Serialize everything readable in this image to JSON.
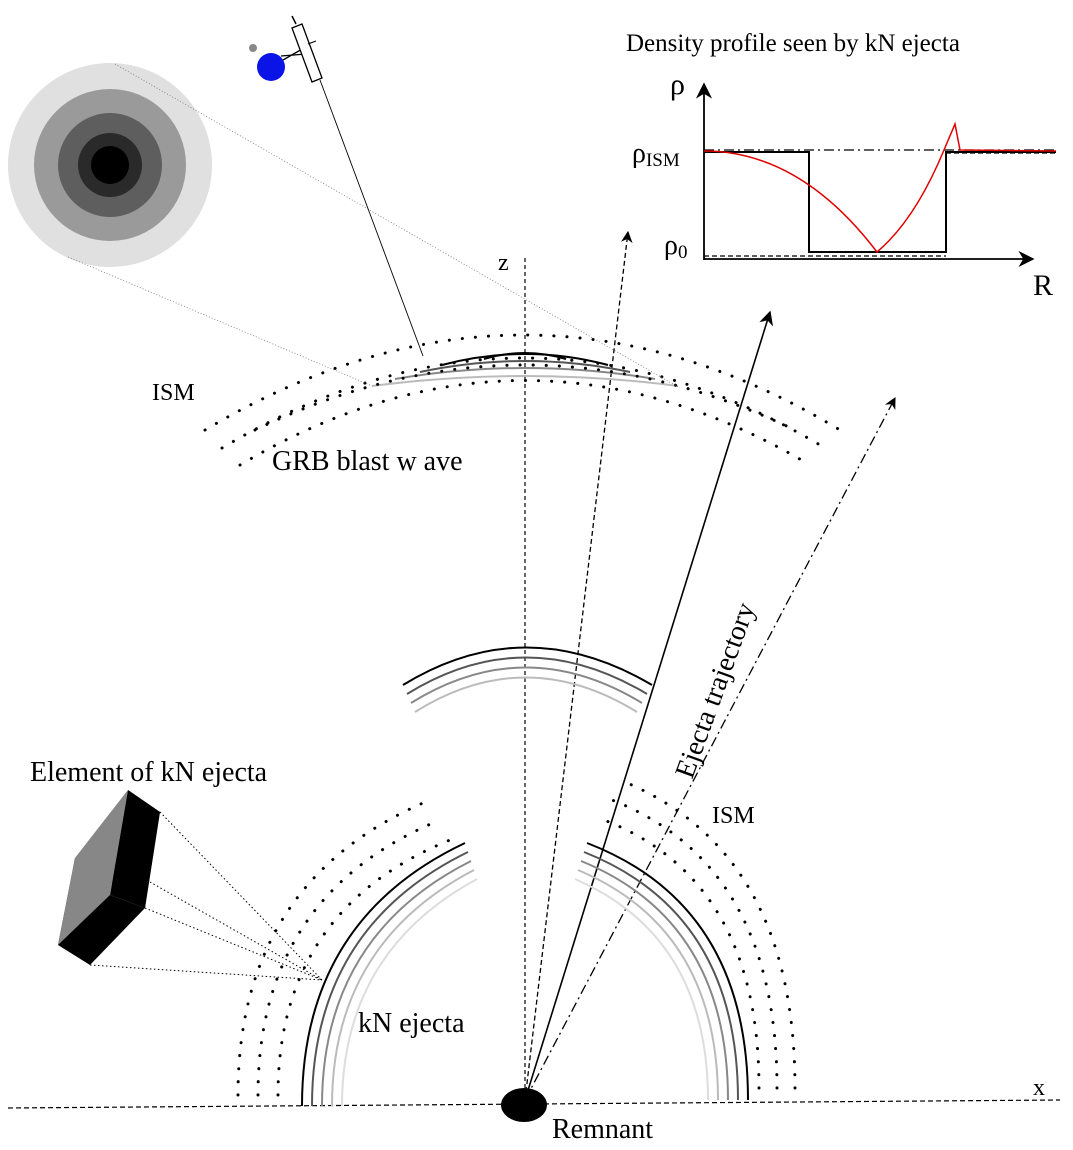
{
  "labels": {
    "z_axis": "z",
    "x_axis": "x",
    "ism_top": "ISM",
    "ism_right": "ISM",
    "grb_blast_wave": "GRB blast w ave",
    "element_of_kn_ejecta": "Element of kN ejecta",
    "kn_ejecta": "kN ejecta",
    "remnant": "Remnant",
    "ejecta_trajectory": "Ejecta trajectory"
  },
  "inset": {
    "title": "Density profile seen by kN ejecta",
    "y_axis_label": "ρ",
    "x_axis_label": "R",
    "rho_ism": "ρ",
    "rho_ism_sub": "ISM",
    "rho_0": "ρ",
    "rho_0_sub": "0"
  },
  "colors": {
    "ink": "#000000",
    "profile_curve": "#e00000",
    "observer": "#0a14e6",
    "ring_gray_1": "#555555",
    "ring_gray_2": "#888888",
    "ring_gray_3": "#bbbbbb",
    "ring_gray_4": "#dddddd"
  }
}
